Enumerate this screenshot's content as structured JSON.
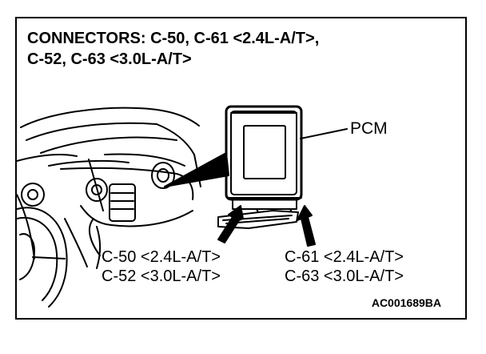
{
  "title": {
    "line1": "CONNECTORS: C-50, C-61 <2.4L-A/T>,",
    "line2": "C-52, C-63 <3.0L-A/T>"
  },
  "labels": {
    "pcm": "PCM",
    "left_connectors": [
      "C-50 <2.4L-A/T>",
      "C-52 <3.0L-A/T>"
    ],
    "right_connectors": [
      "C-61 <2.4L-A/T>",
      "C-63 <3.0L-A/T>"
    ]
  },
  "figure_code": "AC001689BA"
}
